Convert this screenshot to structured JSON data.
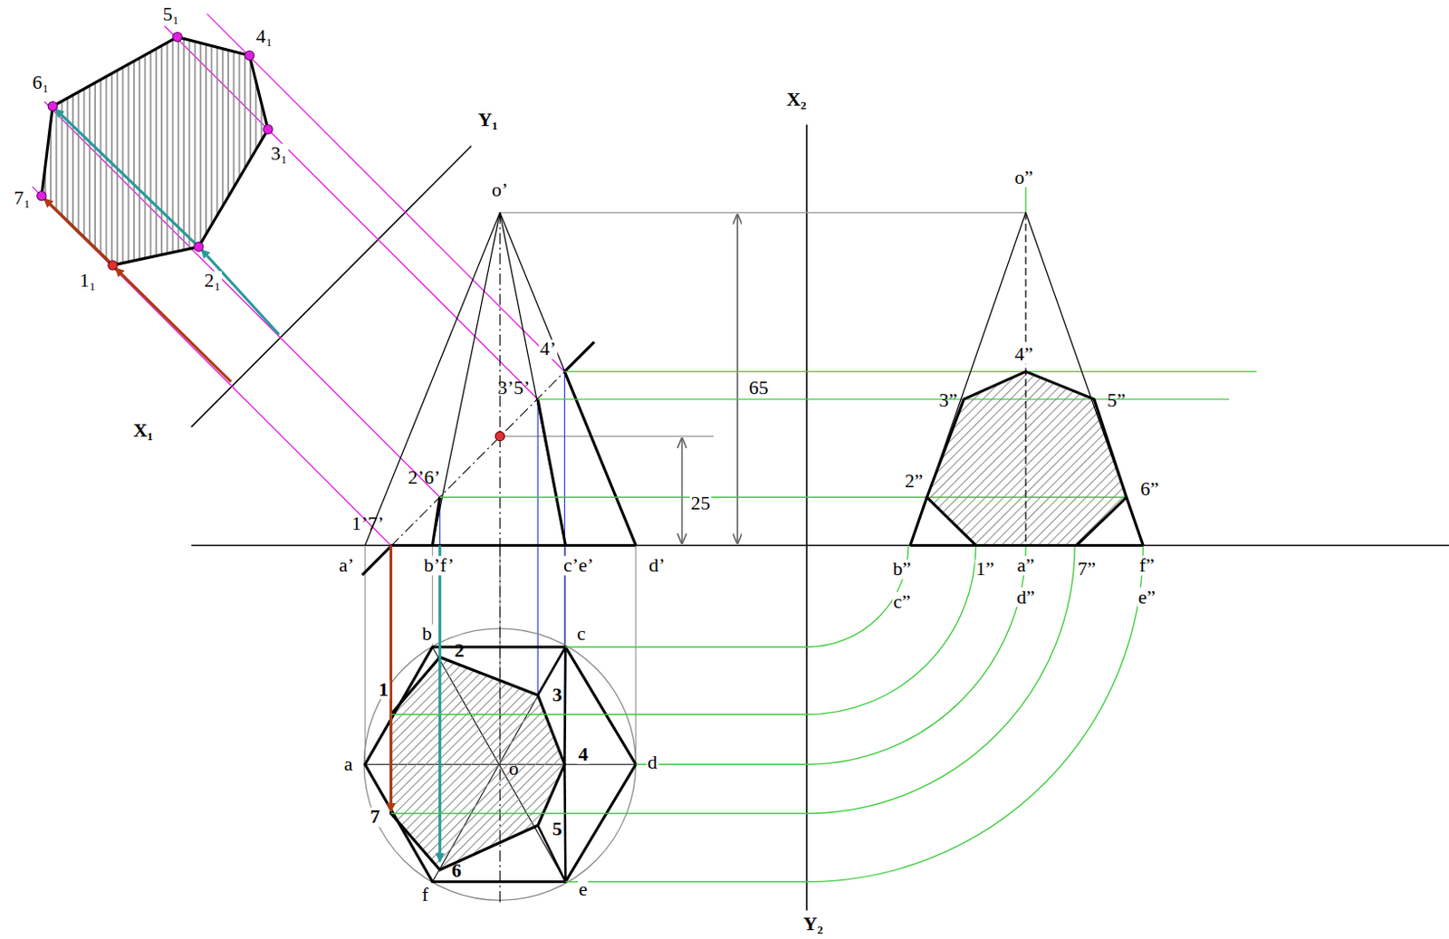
{
  "diagram": {
    "labels": [
      "5₁",
      "4₁",
      "6₁",
      "Y₁",
      "3₁",
      "7₁",
      "1₁",
      "2₁",
      "X₁",
      "X₂",
      "o’",
      "o”",
      "4’",
      "4”",
      "3’5’",
      "3”",
      "5”",
      "65",
      "2’6’",
      "25",
      "2”",
      "6”",
      "1’7’",
      "a’",
      "b’f’",
      "c’e’",
      "d’",
      "b”",
      "1”",
      "a”",
      "7”",
      "f”",
      "c”",
      "d”",
      "e”",
      "b",
      "c",
      "2",
      "1",
      "3",
      "4",
      "a",
      "o",
      "d",
      "7",
      "5",
      "6",
      "f",
      "e",
      "Y₂"
    ]
  }
}
